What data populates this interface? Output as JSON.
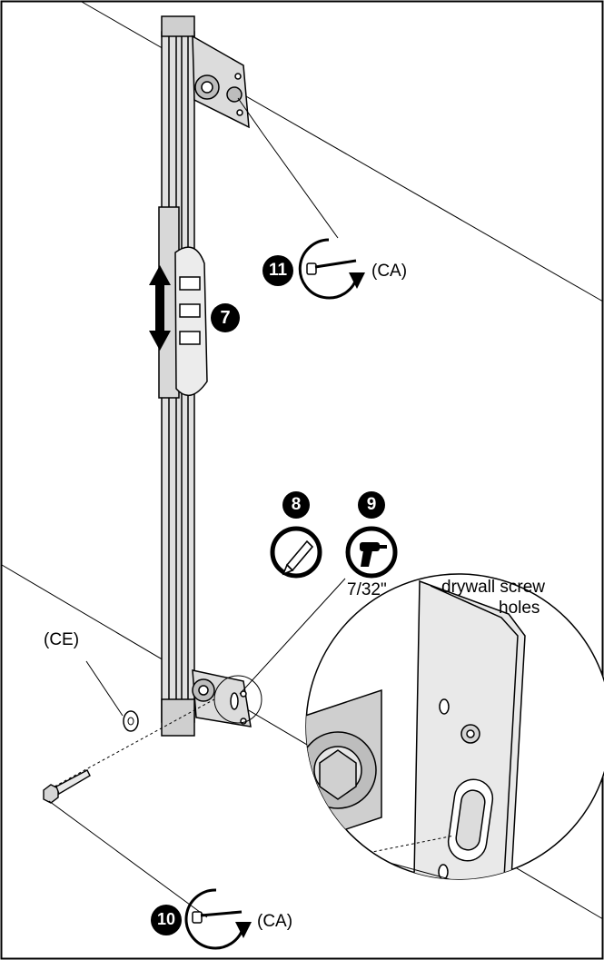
{
  "steps": {
    "s7": "7",
    "s8": "8",
    "s9": "9",
    "s10": "10",
    "s11": "11"
  },
  "labels": {
    "ca_top": "(CA)",
    "ca_bottom": "(CA)",
    "ce": "(CE)",
    "drill_size": "7/32\"",
    "drywall_line1": "drywall screw",
    "drywall_line2": "holes"
  },
  "icons": [
    "ratchet-icon",
    "pencil-icon",
    "drill-icon",
    "clockwise-arrow-icon",
    "up-down-arrow-icon"
  ],
  "colors": {
    "ink": "#000000",
    "paper": "#ffffff",
    "panel": "#e6e6e6"
  }
}
